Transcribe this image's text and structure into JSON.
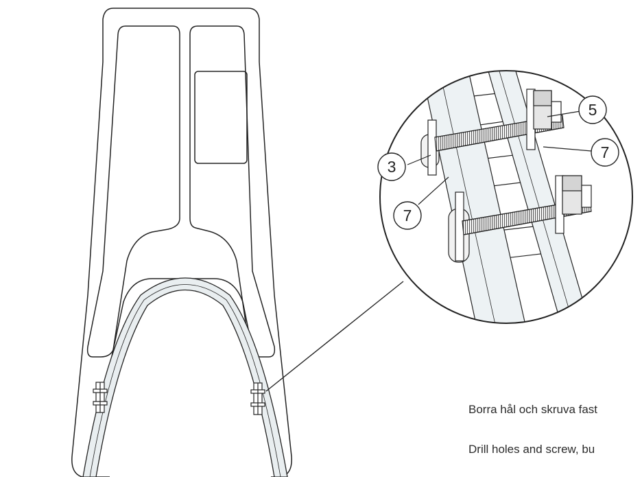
{
  "callouts": {
    "left_upper": "3",
    "left_lower": "7",
    "right_upper": "5",
    "right_lower": "7"
  },
  "captions": {
    "swedish": "Borra hål och skruva fast",
    "english": "Drill holes and screw, bu"
  },
  "colors": {
    "stroke": "#222222",
    "hoop_fill": "#e9eef0",
    "bar_fill": "#edf2f4",
    "nut_fill": "#e6e6e6",
    "background": "#ffffff"
  }
}
